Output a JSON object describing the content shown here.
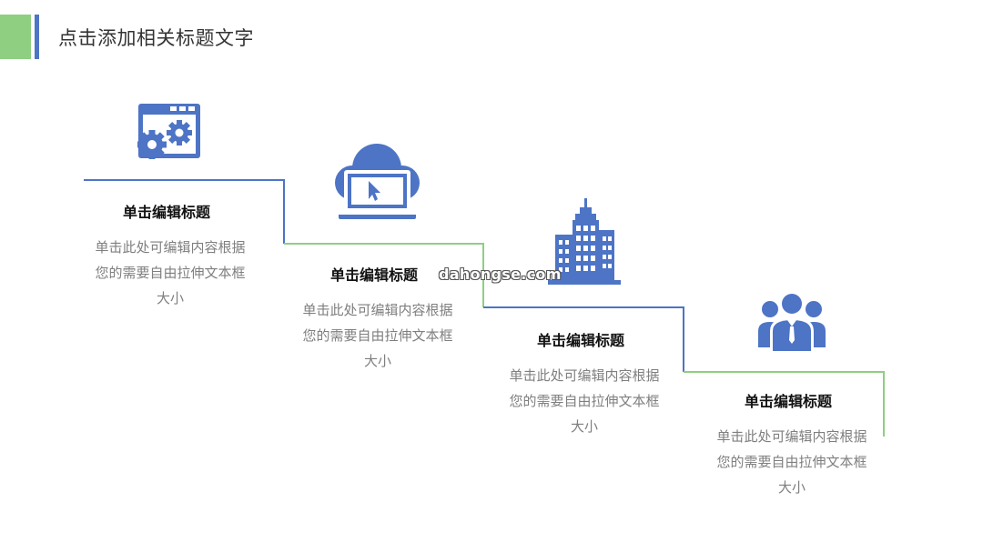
{
  "page": {
    "title": "点击添加相关标题文字"
  },
  "watermark": "dahongse.com",
  "colors": {
    "blue": "#4d74c5",
    "green": "#8ecf81",
    "title": "#333333",
    "desc": "#7f7f7f"
  },
  "steps": [
    {
      "icon": "settings-window-icon",
      "title": "单击编辑标题",
      "desc1": "单击此处可编辑内容根据",
      "desc2": "您的需要自由拉伸文本框",
      "desc3": "大小"
    },
    {
      "icon": "cloud-laptop-icon",
      "title": "单击编辑标题",
      "desc1": "单击此处可编辑内容根据",
      "desc2": "您的需要自由拉伸文本框",
      "desc3": "大小"
    },
    {
      "icon": "city-buildings-icon",
      "title": "单击编辑标题",
      "desc1": "单击此处可编辑内容根据",
      "desc2": "您的需要自由拉伸文本框",
      "desc3": "大小"
    },
    {
      "icon": "team-people-icon",
      "title": "单击编辑标题",
      "desc1": "单击此处可编辑内容根据",
      "desc2": "您的需要自由拉伸文本框",
      "desc3": "大小"
    }
  ]
}
